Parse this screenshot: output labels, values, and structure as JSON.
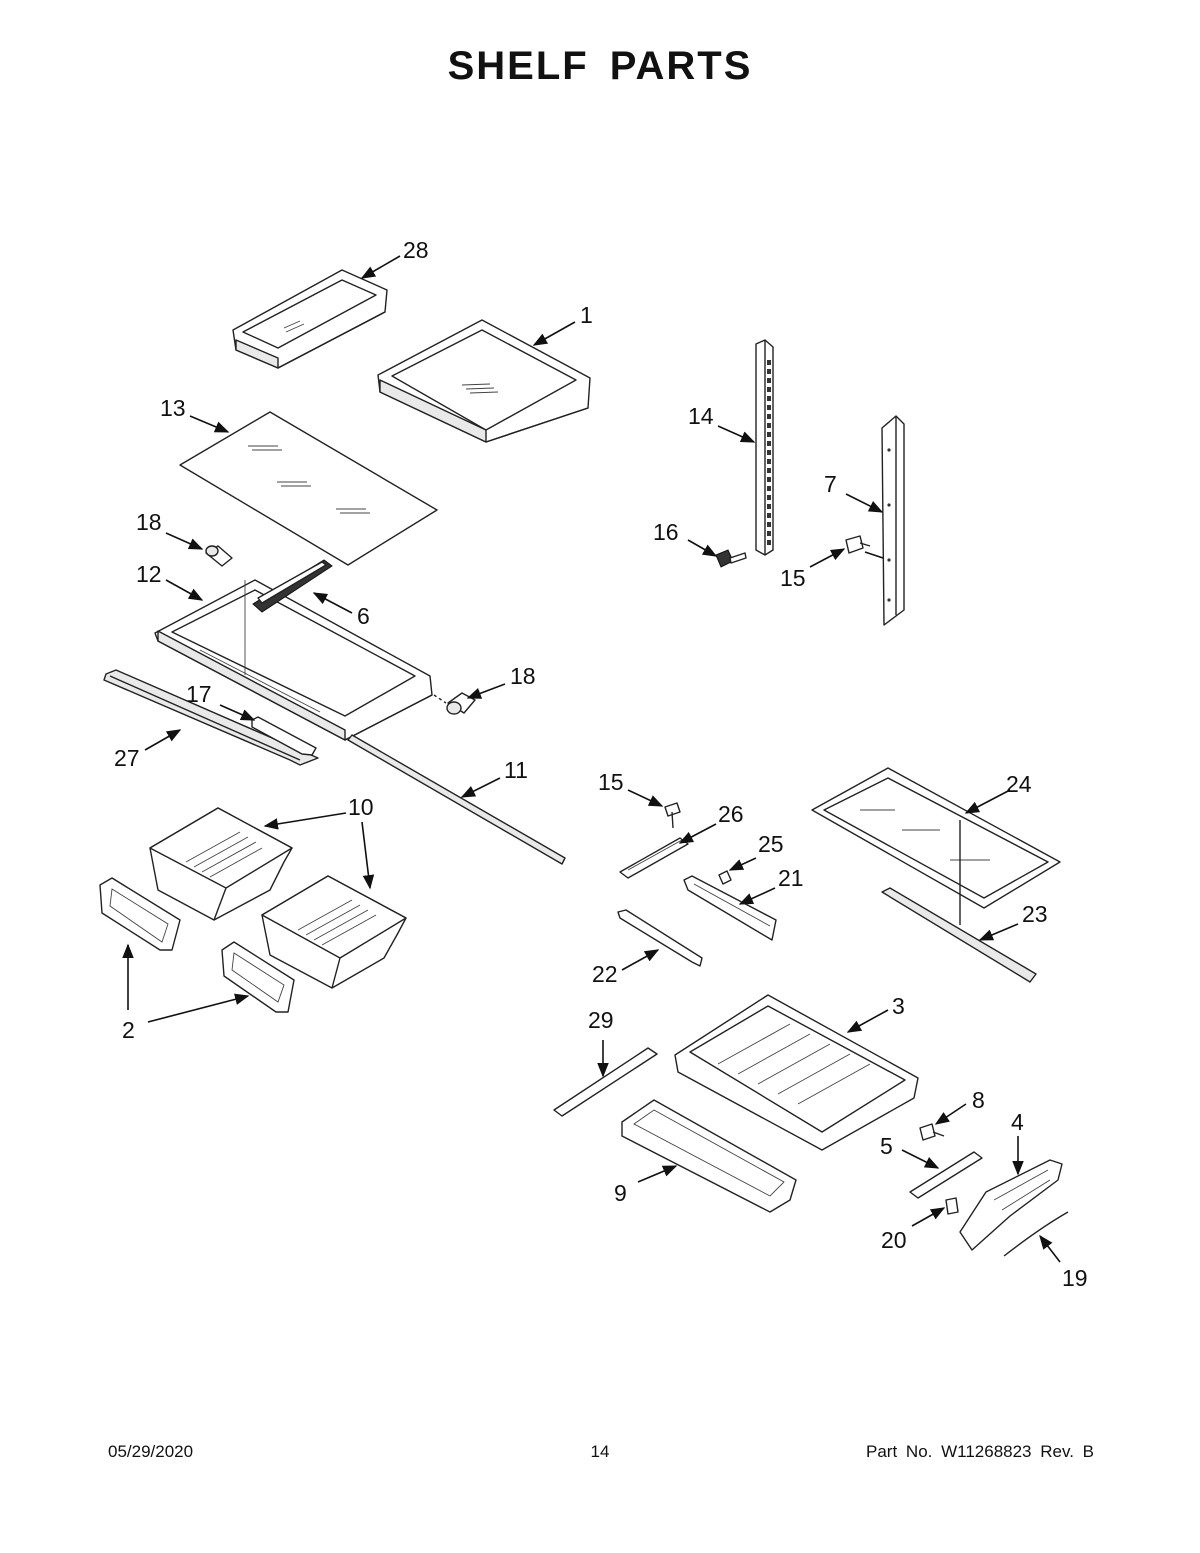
{
  "title": "SHELF PARTS",
  "footer": {
    "date": "05/29/2020",
    "page": "14",
    "part": "Part No.  W11268823  Rev.  B"
  },
  "callouts": [
    {
      "id": "c28",
      "label": "28"
    },
    {
      "id": "c1",
      "label": "1"
    },
    {
      "id": "c13",
      "label": "13"
    },
    {
      "id": "c14",
      "label": "14"
    },
    {
      "id": "c7",
      "label": "7"
    },
    {
      "id": "c16",
      "label": "16"
    },
    {
      "id": "c15a",
      "label": "15"
    },
    {
      "id": "c18a",
      "label": "18"
    },
    {
      "id": "c12",
      "label": "12"
    },
    {
      "id": "c6",
      "label": "6"
    },
    {
      "id": "c18b",
      "label": "18"
    },
    {
      "id": "c17",
      "label": "17"
    },
    {
      "id": "c27",
      "label": "27"
    },
    {
      "id": "c11",
      "label": "11"
    },
    {
      "id": "c10",
      "label": "10"
    },
    {
      "id": "c15b",
      "label": "15"
    },
    {
      "id": "c26",
      "label": "26"
    },
    {
      "id": "c24",
      "label": "24"
    },
    {
      "id": "c25",
      "label": "25"
    },
    {
      "id": "c21",
      "label": "21"
    },
    {
      "id": "c23",
      "label": "23"
    },
    {
      "id": "c22",
      "label": "22"
    },
    {
      "id": "c2",
      "label": "2"
    },
    {
      "id": "c29",
      "label": "29"
    },
    {
      "id": "c3",
      "label": "3"
    },
    {
      "id": "c8",
      "label": "8"
    },
    {
      "id": "c4",
      "label": "4"
    },
    {
      "id": "c5",
      "label": "5"
    },
    {
      "id": "c9",
      "label": "9"
    },
    {
      "id": "c20",
      "label": "20"
    },
    {
      "id": "c19",
      "label": "19"
    }
  ]
}
